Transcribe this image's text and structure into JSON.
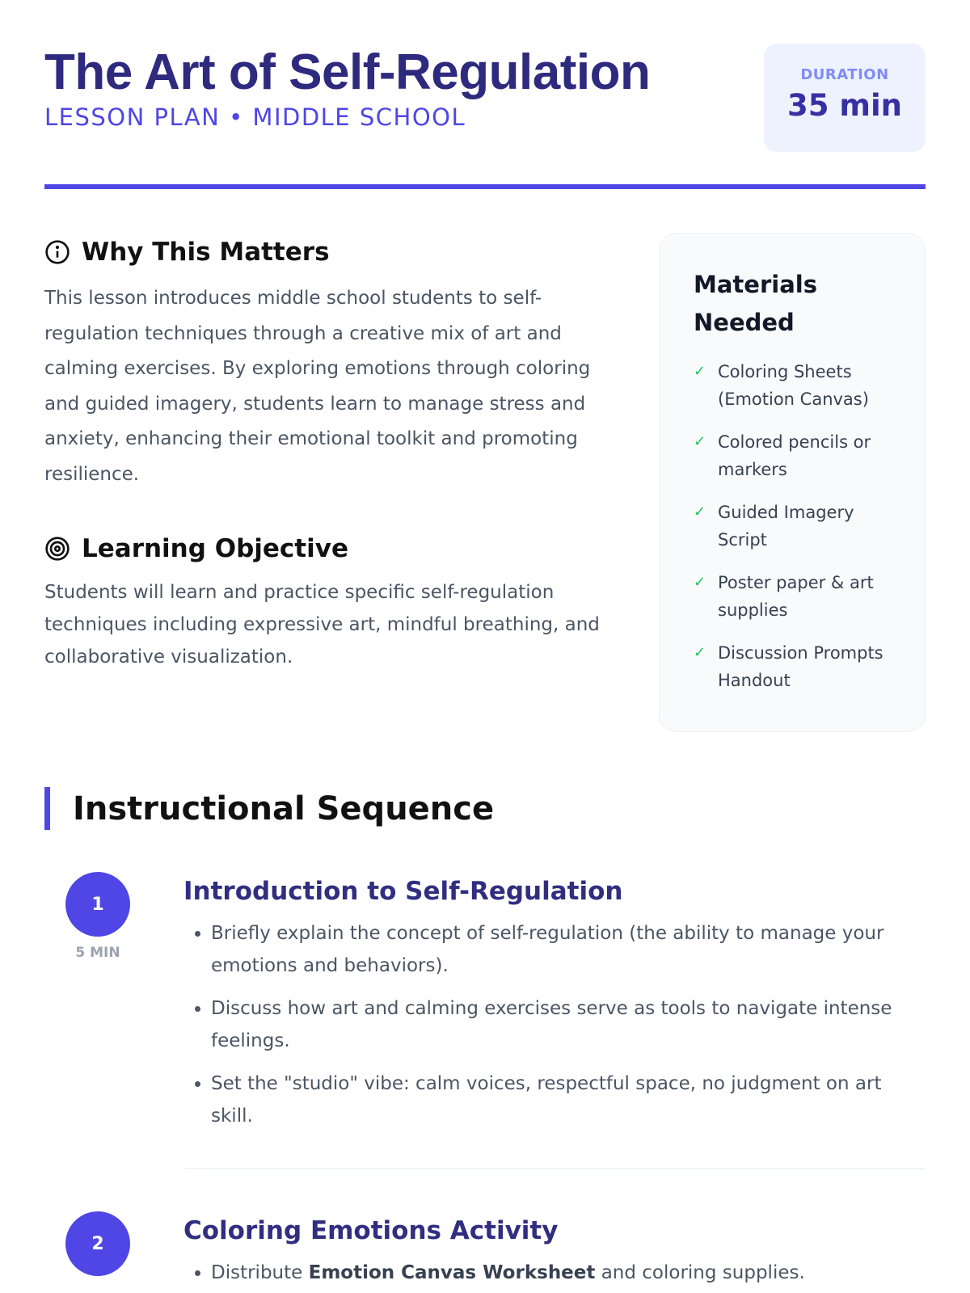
{
  "header": {
    "title": "The Art of Self-Regulation",
    "subtitle": "LESSON PLAN • MIDDLE SCHOOL",
    "duration_label": "DURATION",
    "duration_value": "35 min"
  },
  "why": {
    "heading": "Why This Matters",
    "text": "This lesson introduces middle school students to self-regulation techniques through a creative mix of art and calming exercises. By exploring emotions through coloring and guided imagery, students learn to manage stress and anxiety, enhancing their emotional toolkit and promoting resilience."
  },
  "objective": {
    "heading": "Learning Objective",
    "text": "Students will learn and practice specific self-regulation techniques including expressive art, mindful breathing, and collaborative visualization."
  },
  "materials": {
    "heading": "Materials Needed",
    "items": [
      "Coloring Sheets (Emotion Canvas)",
      "Colored pencils or markers",
      "Guided Imagery Script",
      "Poster paper & art supplies",
      "Discussion Prompts Handout"
    ]
  },
  "sequence": {
    "heading": "Instructional Sequence",
    "steps": [
      {
        "number": "1",
        "time": "5 MIN",
        "title": "Introduction to Self-Regulation",
        "bullets": [
          "Briefly explain the concept of self-regulation (the ability to manage your emotions and behaviors).",
          "Discuss how art and calming exercises serve as tools to navigate intense feelings.",
          "Set the \"studio\" vibe: calm voices, respectful space, no judgment on art skill."
        ]
      },
      {
        "number": "2",
        "title": "Coloring Emotions Activity",
        "bullet_pre": "Distribute ",
        "bullet_bold": "Emotion Canvas Worksheet",
        "bullet_post": " and coloring supplies."
      }
    ]
  }
}
